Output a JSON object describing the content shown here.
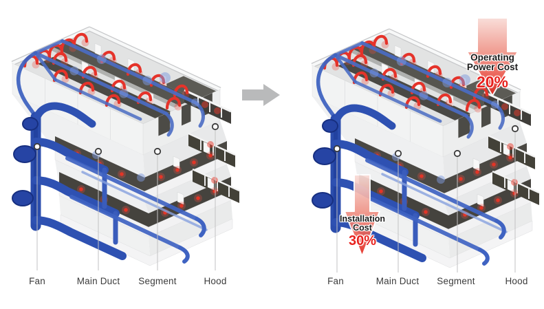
{
  "diagrams": {
    "left": {
      "labels": [
        "Fan",
        "Main Duct",
        "Segment",
        "Hood"
      ]
    },
    "right": {
      "labels": [
        "Fan",
        "Main Duct",
        "Segment",
        "Hood"
      ],
      "callouts": {
        "operating": {
          "line1": "Operating",
          "line2": "Power Cost",
          "value": "20%"
        },
        "installation": {
          "line1": "Installation",
          "line2": "Cost",
          "value": "30%"
        }
      }
    }
  },
  "icons": {
    "transition": "right-arrow-icon",
    "operating_cost": "down-arrow-icon",
    "installation_cost": "down-arrow-icon"
  },
  "colors": {
    "background": "#ffffff",
    "accent_red": "#e8211d",
    "duct_red": "#e5332a",
    "duct_blue": "#2e51b2",
    "duct_blue_light": "#7e9ade",
    "floor_dark": "#4a4843",
    "wall_white": "#f2f2f3",
    "transition_arrow_gray": "#b9babb",
    "leader_line_gray": "#c2c2c3",
    "label_text": "#3b3b3b"
  }
}
